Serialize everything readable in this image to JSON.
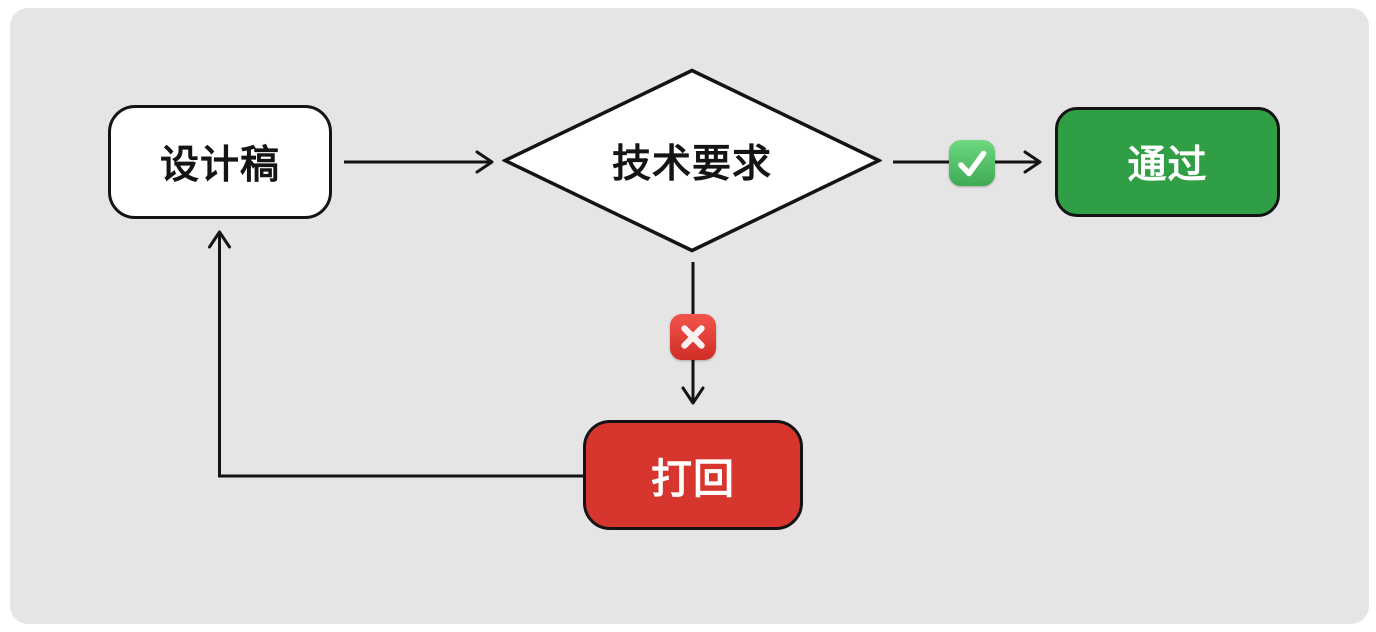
{
  "canvas": {
    "background_color": "#e5e5e6",
    "page_color": "#ffffff",
    "stroke_color": "#141414"
  },
  "nodes": {
    "design_draft": {
      "label": "设计稿",
      "shape": "rounded-rect",
      "fill": "#ffffff",
      "text_color": "#141414"
    },
    "tech_requirements": {
      "label": "技术要求",
      "shape": "diamond",
      "fill": "#ffffff",
      "text_color": "#141414"
    },
    "pass": {
      "label": "通过",
      "shape": "rounded-rect",
      "fill": "#2f9e44",
      "text_color": "#ffffff"
    },
    "reject": {
      "label": "打回",
      "shape": "rounded-rect",
      "fill": "#d6362e",
      "text_color": "#ffffff"
    }
  },
  "badges": {
    "check": {
      "icon": "check-mark-emoji",
      "square_color_top": "#6fd981",
      "square_color_bottom": "#3fa953",
      "glyph_color": "#ffffff"
    },
    "cross": {
      "icon": "cross-mark-emoji",
      "square_color_top": "#f2544b",
      "square_color_bottom": "#cf2d26",
      "glyph_color": "#ffffff"
    }
  },
  "edges": [
    {
      "from": "design_draft",
      "to": "tech_requirements",
      "badge": null
    },
    {
      "from": "tech_requirements",
      "to": "pass",
      "badge": "check"
    },
    {
      "from": "tech_requirements",
      "to": "reject",
      "badge": "cross"
    },
    {
      "from": "reject",
      "to": "design_draft",
      "badge": null
    }
  ]
}
